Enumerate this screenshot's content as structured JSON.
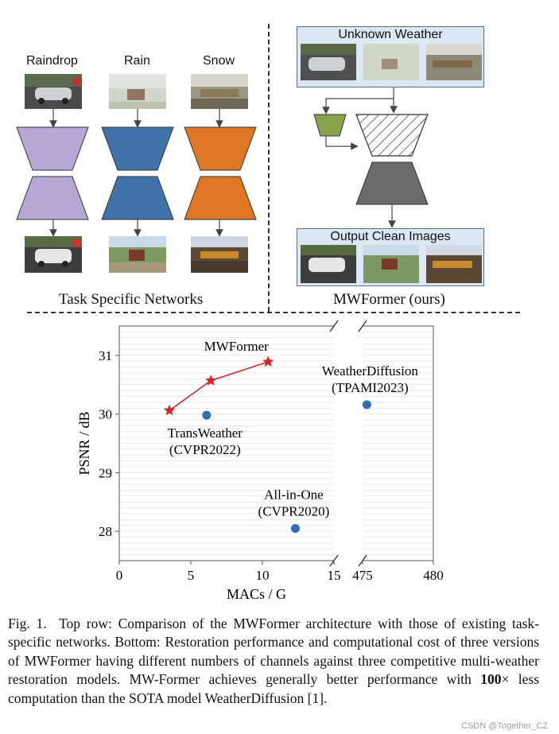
{
  "figure": {
    "left_panel": {
      "columns": [
        {
          "name": "Raindrop",
          "color": "#b7a7d6"
        },
        {
          "name": "Rain",
          "color": "#3f72a8"
        },
        {
          "name": "Snow",
          "color": "#de7624"
        }
      ],
      "title": "Task Specific Networks"
    },
    "right_panel": {
      "input_box_title": "Unknown Weather",
      "output_box_title": "Output Clean Images",
      "title": "MWFormer (ours)",
      "colors": {
        "small_net": "#88a24a",
        "box_bg": "#dbe7f3",
        "box_border": "#5b6f86",
        "decoder": "#6b6b6b"
      }
    }
  },
  "chart_data": {
    "type": "scatter",
    "xlabel": "MACs / G",
    "ylabel": "PSNR / dB",
    "x_ticks_left": [
      0,
      5,
      10,
      15
    ],
    "x_ticks_right": [
      475,
      480
    ],
    "y_ticks": [
      28,
      29,
      30,
      31
    ],
    "xlim_left": [
      0,
      15
    ],
    "xlim_right": [
      475,
      480
    ],
    "ylim": [
      27.5,
      31.5
    ],
    "broken_x_axis": true,
    "grid": true,
    "series": [
      {
        "name": "MWFormer",
        "marker": "star",
        "color": "#d62728",
        "connected": true,
        "x": [
          3.5,
          6.4,
          10.4
        ],
        "y": [
          30.06,
          30.57,
          30.89
        ]
      },
      {
        "name": "TransWeather",
        "marker": "circle",
        "color": "#2f6fb0",
        "x": [
          6.1
        ],
        "y": [
          29.98
        ]
      },
      {
        "name": "All-in-One",
        "marker": "circle",
        "color": "#2f6fb0",
        "x": [
          12.3
        ],
        "y": [
          28.05
        ]
      },
      {
        "name": "WeatherDiffusion",
        "marker": "circle",
        "color": "#2f6fb0",
        "x": [
          475.3
        ],
        "y": [
          30.16
        ]
      }
    ],
    "annotations": [
      {
        "text": "MWFormer"
      },
      {
        "text": "TransWeather",
        "sub": "(CVPR2022)"
      },
      {
        "text": "All-in-One",
        "sub": "(CVPR2020)"
      },
      {
        "text": "WeatherDiffusion",
        "sub": "(TPAMI2023)"
      }
    ]
  },
  "caption": {
    "prefix": "Fig. 1.",
    "text_1": "Top row: Comparison of the MWFormer architecture with those of existing task-specific networks. Bottom: Restoration performance and computational cost of three versions of MWFormer having different numbers of channels against three competitive multi-weather restoration models. MW-Former achieves generally better performance with ",
    "bold": "100",
    "text_2": "× less computation than the SOTA model WeatherDiffusion [1]."
  },
  "watermark": "CSDN @Together_CZ"
}
